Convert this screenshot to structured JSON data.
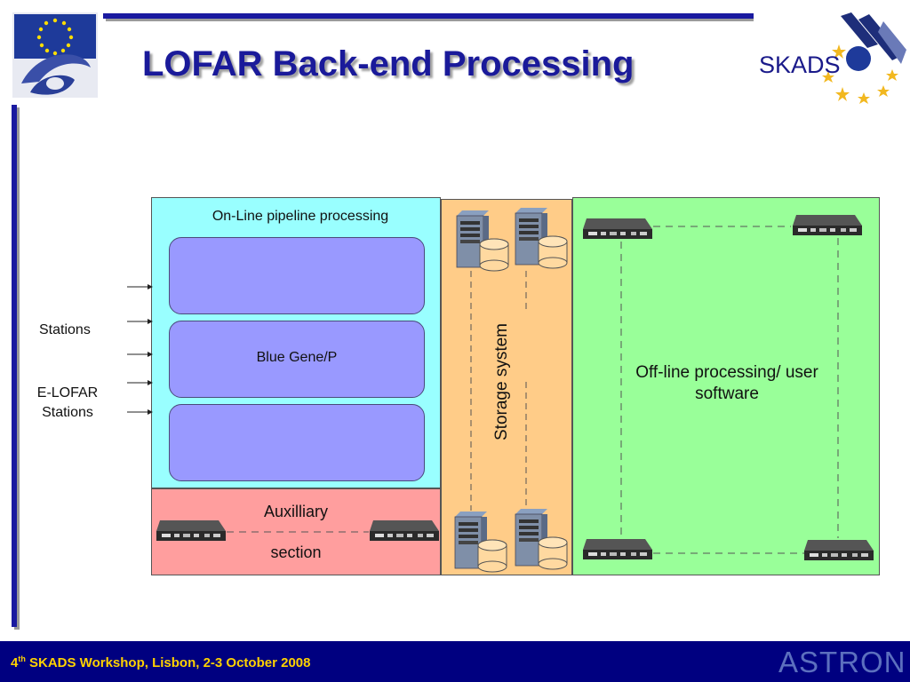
{
  "header": {
    "title": "LOFAR Back-end Processing",
    "skads_logo_text": "SKADS"
  },
  "diagram": {
    "online_label": "On-Line pipeline processing",
    "bluegene_label": "Blue Gene/P",
    "aux_label_1": "Auxilliary",
    "aux_label_2": "section",
    "storage_label": "Storage system",
    "offline_label": "Off-line processing/ user software",
    "stations_label": "Stations",
    "elofar_label": "E-LOFAR Stations"
  },
  "footer": {
    "ordinal_num": "4",
    "ordinal_sup": "th",
    "text": " SKADS Workshop, Lisbon, 2-3 October 2008",
    "astron_logo_text": "ASTRON"
  },
  "colors": {
    "title": "#1a1a9a",
    "online": "#99ffff",
    "bluegene": "#9999ff",
    "auxiliary": "#ff9e9e",
    "storage": "#ffcc88",
    "offline": "#99ff99",
    "footer_bg": "#000080",
    "footer_text": "#ffd200"
  }
}
